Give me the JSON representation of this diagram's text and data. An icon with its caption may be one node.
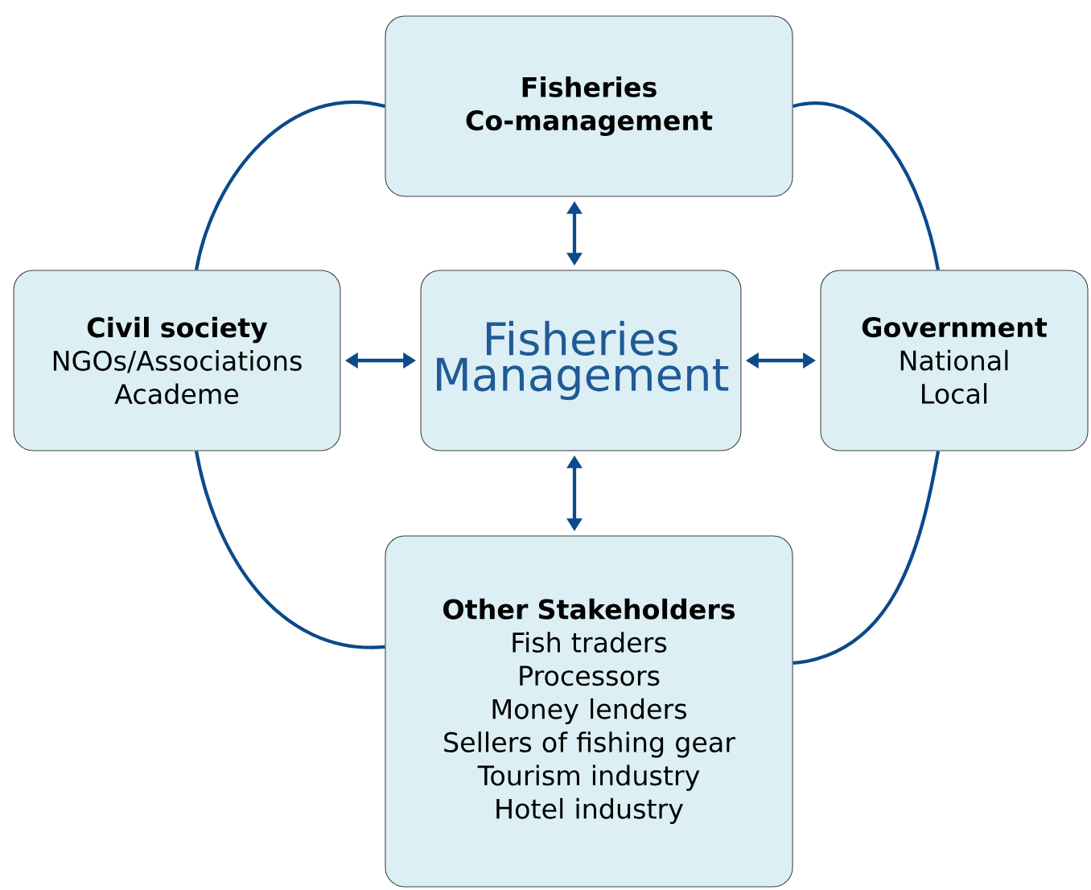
{
  "diagram": {
    "nodes": [
      {
        "text": [
          "Fisheries Co-management"
        ]
      },
      {
        "text": [
          "Civil society",
          "NGOs/Associations",
          "Academe"
        ]
      },
      {
        "text": [
          "Fisheries Management"
        ]
      },
      {
        "text": [
          "Government",
          "National",
          "Local"
        ]
      },
      {
        "text": [
          "Other Stakeholders",
          "Fish traders",
          "Processors",
          "Money lenders",
          "Sellers of fishing gear",
          "Tourism industry",
          "Hotel industry"
        ]
      }
    ],
    "edges": [
      {
        "from": 2,
        "to": 0,
        "arrow": "both"
      },
      {
        "from": 1,
        "to": 2,
        "arrow": "both"
      },
      {
        "from": 2,
        "to": 3,
        "arrow": "both"
      },
      {
        "from": 2,
        "to": 4,
        "arrow": "both"
      },
      {
        "from": 0,
        "to": 3,
        "arrow": "none"
      },
      {
        "from": 3,
        "to": 4,
        "arrow": "none"
      },
      {
        "from": 4,
        "to": 1,
        "arrow": "none"
      },
      {
        "from": 1,
        "to": 0,
        "arrow": "none"
      }
    ]
  }
}
